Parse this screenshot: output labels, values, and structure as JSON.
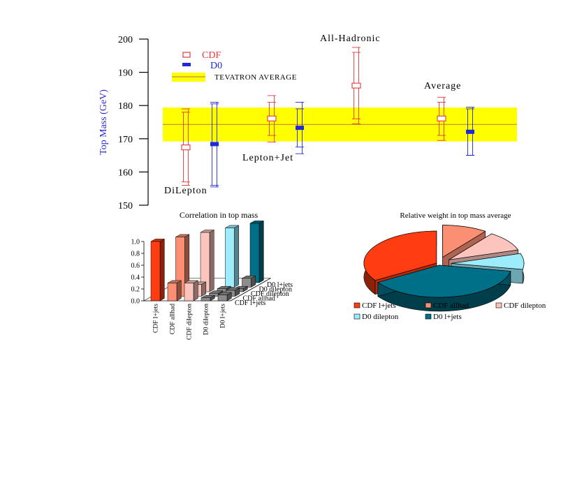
{
  "colors": {
    "cdf": "#e8363a",
    "d0": "#2a3fd0",
    "band": "#ffff00",
    "avg_line": "#c8863a",
    "bar_red": "#ff3c12",
    "bar_salmon": "#fa8f74",
    "bar_pink": "#fbc4bc",
    "bar_grey": "#8c8c8c",
    "bar_cyan": "#9cecfc",
    "bar_teal": "#007088"
  },
  "chart_data": [
    {
      "type": "scatter",
      "ylabel": "Top Mass (GeV)",
      "ylim": [
        150,
        200
      ],
      "yticks": [
        "150",
        "160",
        "170",
        "180",
        "190",
        "200"
      ],
      "band": {
        "label": "TEVATRON AVERAGE",
        "center": 174.3,
        "low": 169.2,
        "high": 179.4
      },
      "legend": {
        "cdf": "CDF",
        "d0": "D0"
      },
      "annotations": {
        "dilepton": "DiLepton",
        "ljets": "Lepton+Jet",
        "allhad": "All-Hadronic",
        "average": "Average"
      },
      "series": [
        {
          "name": "CDF",
          "points": [
            {
              "y": 167.4,
              "inner_low": 157.0,
              "inner_high": 178.0,
              "outer_low": 156.0,
              "outer_high": 179.0
            },
            {
              "y": 176.1,
              "inner_low": 171.0,
              "inner_high": 181.0,
              "outer_low": 169.0,
              "outer_high": 183.0
            },
            {
              "y": 186.0,
              "inner_low": 176.0,
              "inner_high": 196.0,
              "outer_low": 174.5,
              "outer_high": 197.5
            },
            {
              "y": 176.1,
              "inner_low": 171.0,
              "inner_high": 181.0,
              "outer_low": 169.5,
              "outer_high": 182.5
            }
          ]
        },
        {
          "name": "D0",
          "points": [
            {
              "y": 168.4,
              "inner_low": 156.0,
              "inner_high": 180.5,
              "outer_low": 155.5,
              "outer_high": 181.0
            },
            {
              "y": 173.3,
              "inner_low": 167.5,
              "inner_high": 179.0,
              "outer_low": 165.5,
              "outer_high": 181.0
            },
            {
              "y": 172.1,
              "inner_low": 165.0,
              "inner_high": 179.0,
              "outer_low": 165.0,
              "outer_high": 179.5
            }
          ]
        }
      ]
    },
    {
      "type": "bar",
      "title": "Correlation in top mass",
      "yticks": [
        "0.0",
        "0.2",
        "0.4",
        "0.6",
        "0.8",
        "1.0"
      ],
      "ylim": [
        0,
        1
      ],
      "categories": [
        "CDF l+jets",
        "CDF allhad",
        "CDF dilepton",
        "D0 dilepton",
        "D0 l+jets"
      ],
      "depth_labels": [
        "CDF l+jets",
        "CDF allhad",
        "CDF dilepton",
        "D0 dilepton",
        "D0 l+jets"
      ],
      "matrix": [
        [
          1.0,
          0.0,
          0.0,
          0.0,
          0.0
        ],
        [
          0.3,
          1.0,
          0.0,
          0.0,
          0.0
        ],
        [
          0.3,
          0.2,
          1.0,
          0.0,
          0.0
        ],
        [
          0.05,
          0.05,
          0.05,
          1.0,
          0.0
        ],
        [
          0.1,
          0.1,
          0.05,
          0.15,
          1.0
        ]
      ]
    },
    {
      "type": "pie",
      "title": "Relative weight in top mass average",
      "slices": [
        {
          "label": "CDF l+jets",
          "value": 0.34,
          "color": "#ff3c12"
        },
        {
          "label": "CDF allhad",
          "value": 0.1,
          "color": "#fa8f74"
        },
        {
          "label": "CDF dilepton",
          "value": 0.1,
          "color": "#fbc4bc"
        },
        {
          "label": "D0 dilepton",
          "value": 0.08,
          "color": "#9cecfc"
        },
        {
          "label": "D0 l+jets",
          "value": 0.38,
          "color": "#007088"
        }
      ]
    }
  ]
}
